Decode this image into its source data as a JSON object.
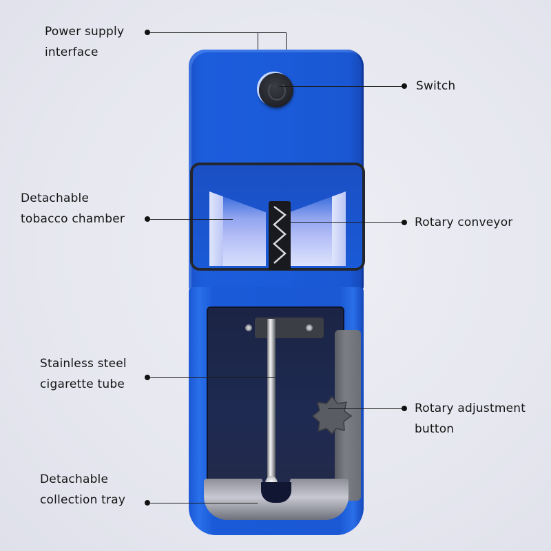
{
  "diagram": {
    "subject": "Electric cigarette rolling machine",
    "body_color": "#1b5bd9",
    "callouts": [
      {
        "id": "power",
        "side": "left",
        "lines": [
          "Power supply",
          "interface"
        ]
      },
      {
        "id": "switch",
        "side": "right",
        "lines": [
          "Switch"
        ]
      },
      {
        "id": "tobacco-chamber",
        "side": "left",
        "lines": [
          "Detachable",
          "tobacco chamber"
        ]
      },
      {
        "id": "rotary-conveyor",
        "side": "right",
        "lines": [
          "Rotary conveyor"
        ]
      },
      {
        "id": "tube",
        "side": "left",
        "lines": [
          "Stainless steel",
          "cigarette tube"
        ]
      },
      {
        "id": "adjustment",
        "side": "right",
        "lines": [
          "Rotary adjustment",
          "button"
        ]
      },
      {
        "id": "tray",
        "side": "left",
        "lines": [
          "Detachable",
          "collection tray"
        ]
      }
    ]
  }
}
